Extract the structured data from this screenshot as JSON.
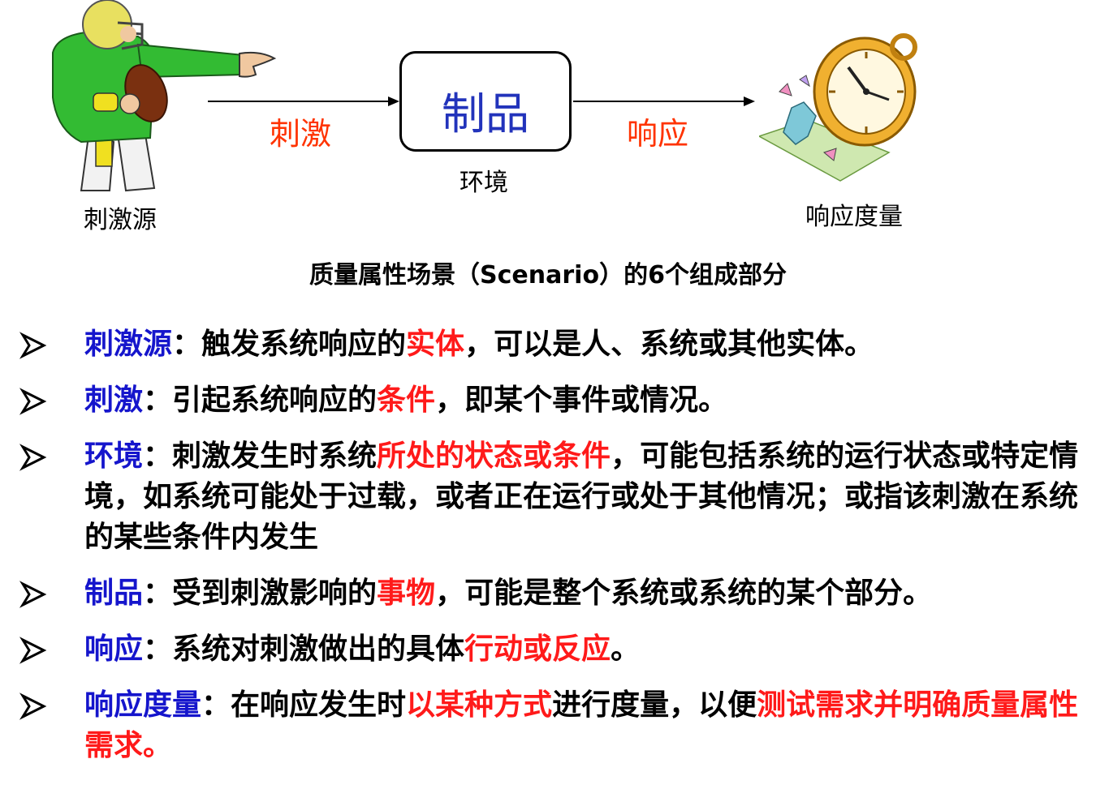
{
  "diagram": {
    "stimulus_source_label": "刺激源",
    "stimulus_label": "刺激",
    "artifact_label": "制品",
    "environment_label": "环境",
    "response_label": "响应",
    "response_measure_label": "响应度量",
    "caption": "质量属性场景（Scenario）的6个组成部分",
    "colors": {
      "red_label": "#ff3300",
      "artifact_text": "#2233bb",
      "term": "#1515cc",
      "highlight": "#ff1a1a"
    }
  },
  "items": [
    {
      "term": "刺激源",
      "sep": "：",
      "pre": "触发系统响应的",
      "hl1": "实体",
      "post": "，可以是人、系统或其他实体。",
      "hl2": ""
    },
    {
      "term": "刺激",
      "sep": "：",
      "pre": "引起系统响应的",
      "hl1": "条件",
      "post": "，即某个事件或情况。",
      "hl2": ""
    },
    {
      "term": "环境",
      "sep": "：",
      "pre": "刺激发生时系统",
      "hl1": "所处的状态或条件",
      "post": "，可能包括系统的运行状态或特定情境，如系统可能处于过载，或者正在运行或处于其他情况；或指该刺激在系统的某些条件内发生",
      "hl2": ""
    },
    {
      "term": "制品",
      "sep": "：",
      "pre": "受到刺激影响的",
      "hl1": "事物",
      "post": "，可能是整个系统或系统的某个部分。",
      "hl2": ""
    },
    {
      "term": "响应",
      "sep": "：",
      "pre": "系统对刺激做出的具体",
      "hl1": "行动或反应",
      "post": "。",
      "hl2": ""
    },
    {
      "term": "响应度量",
      "sep": "：",
      "pre": "在响应发生时",
      "hl1": "以某种方式",
      "post": "进行度量，以便",
      "hl2": "测试需求并明确质量属性需求。"
    }
  ]
}
